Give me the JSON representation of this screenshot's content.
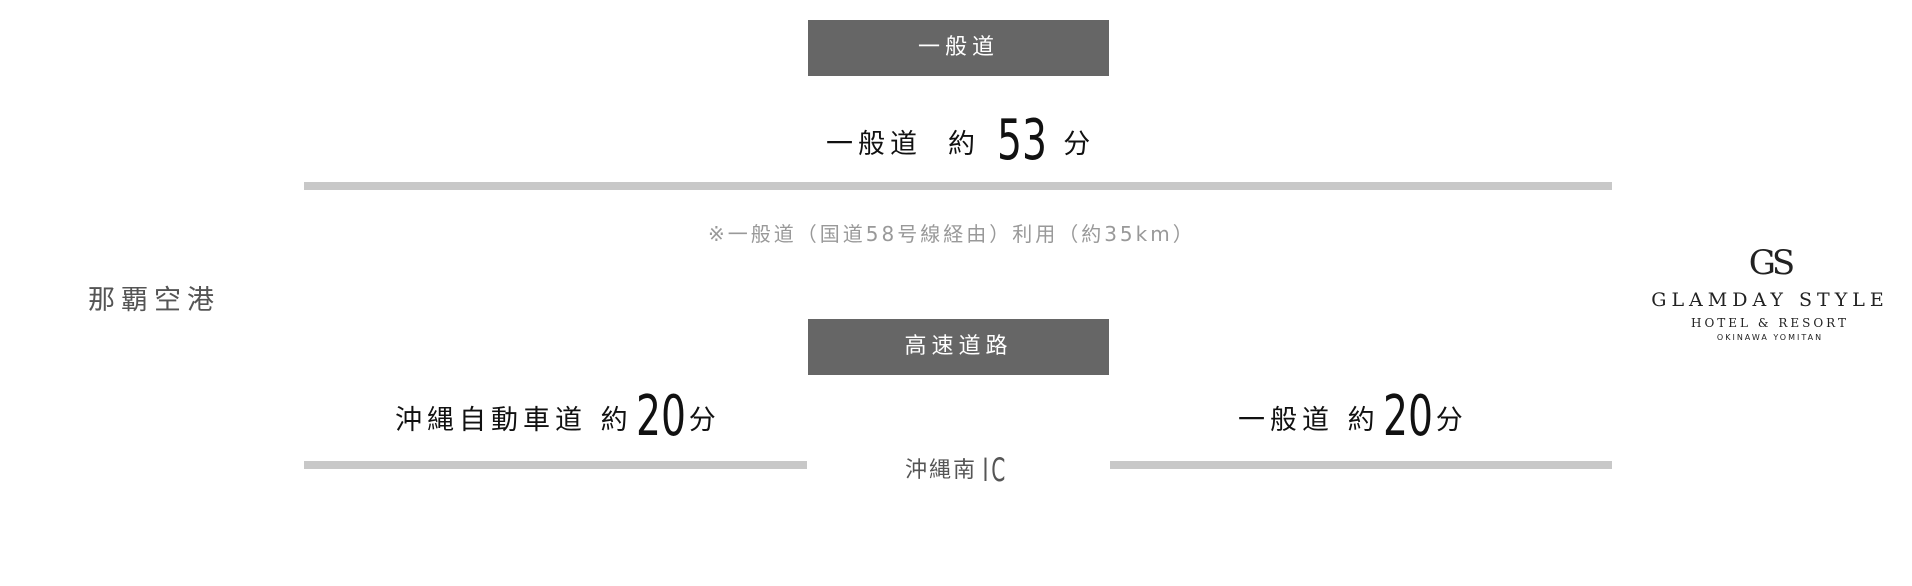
{
  "origin": "那覇空港",
  "routes": {
    "general": {
      "badge": "一般道",
      "road": "一般道",
      "prefix": "約",
      "minutes": "53",
      "unit": "分",
      "note": "※一般道（国道58号線経由）利用（約35km）"
    },
    "highway": {
      "badge": "高速道路",
      "leg1": {
        "road": "沖縄自動車道",
        "prefix": "約",
        "minutes": "20",
        "unit": "分"
      },
      "interchange": {
        "name": "沖縄南",
        "suffix": "IC"
      },
      "leg2": {
        "road": "一般道",
        "prefix": "約",
        "minutes": "20",
        "unit": "分"
      }
    }
  },
  "destination": {
    "mark": "GS",
    "name": "GLAMDAY STYLE",
    "sub": "HOTEL & RESORT",
    "location": "OKINAWA YOMITAN"
  },
  "colors": {
    "badge_bg": "#666666",
    "bar": "#c8c8c8",
    "note_text": "#999999"
  }
}
